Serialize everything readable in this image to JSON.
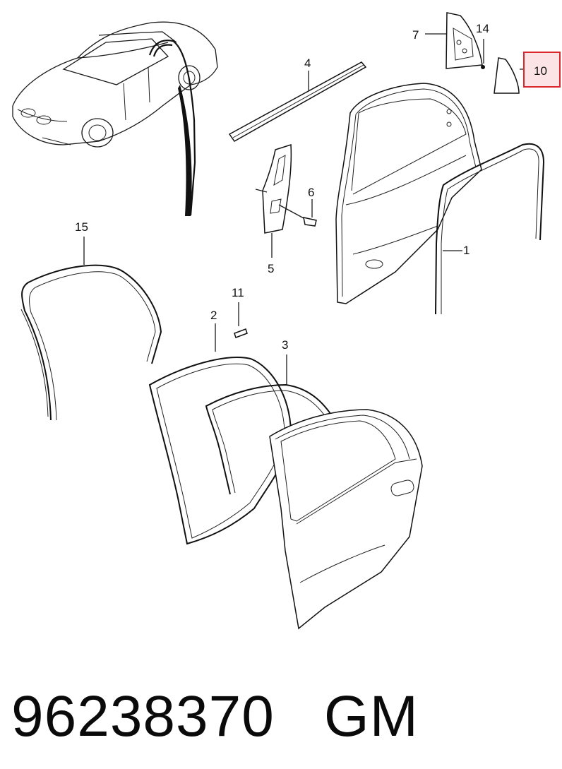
{
  "callouts": {
    "c1": "1",
    "c2": "2",
    "c3": "3",
    "c4": "4",
    "c5": "5",
    "c6": "6",
    "c7": "7",
    "c10": "10",
    "c11": "11",
    "c14": "14",
    "c15": "15"
  },
  "highlight_color": "#d9262c",
  "highlight_fill": "#fbe3e6",
  "footer": {
    "part_number": "96238370",
    "brand": "GM"
  }
}
